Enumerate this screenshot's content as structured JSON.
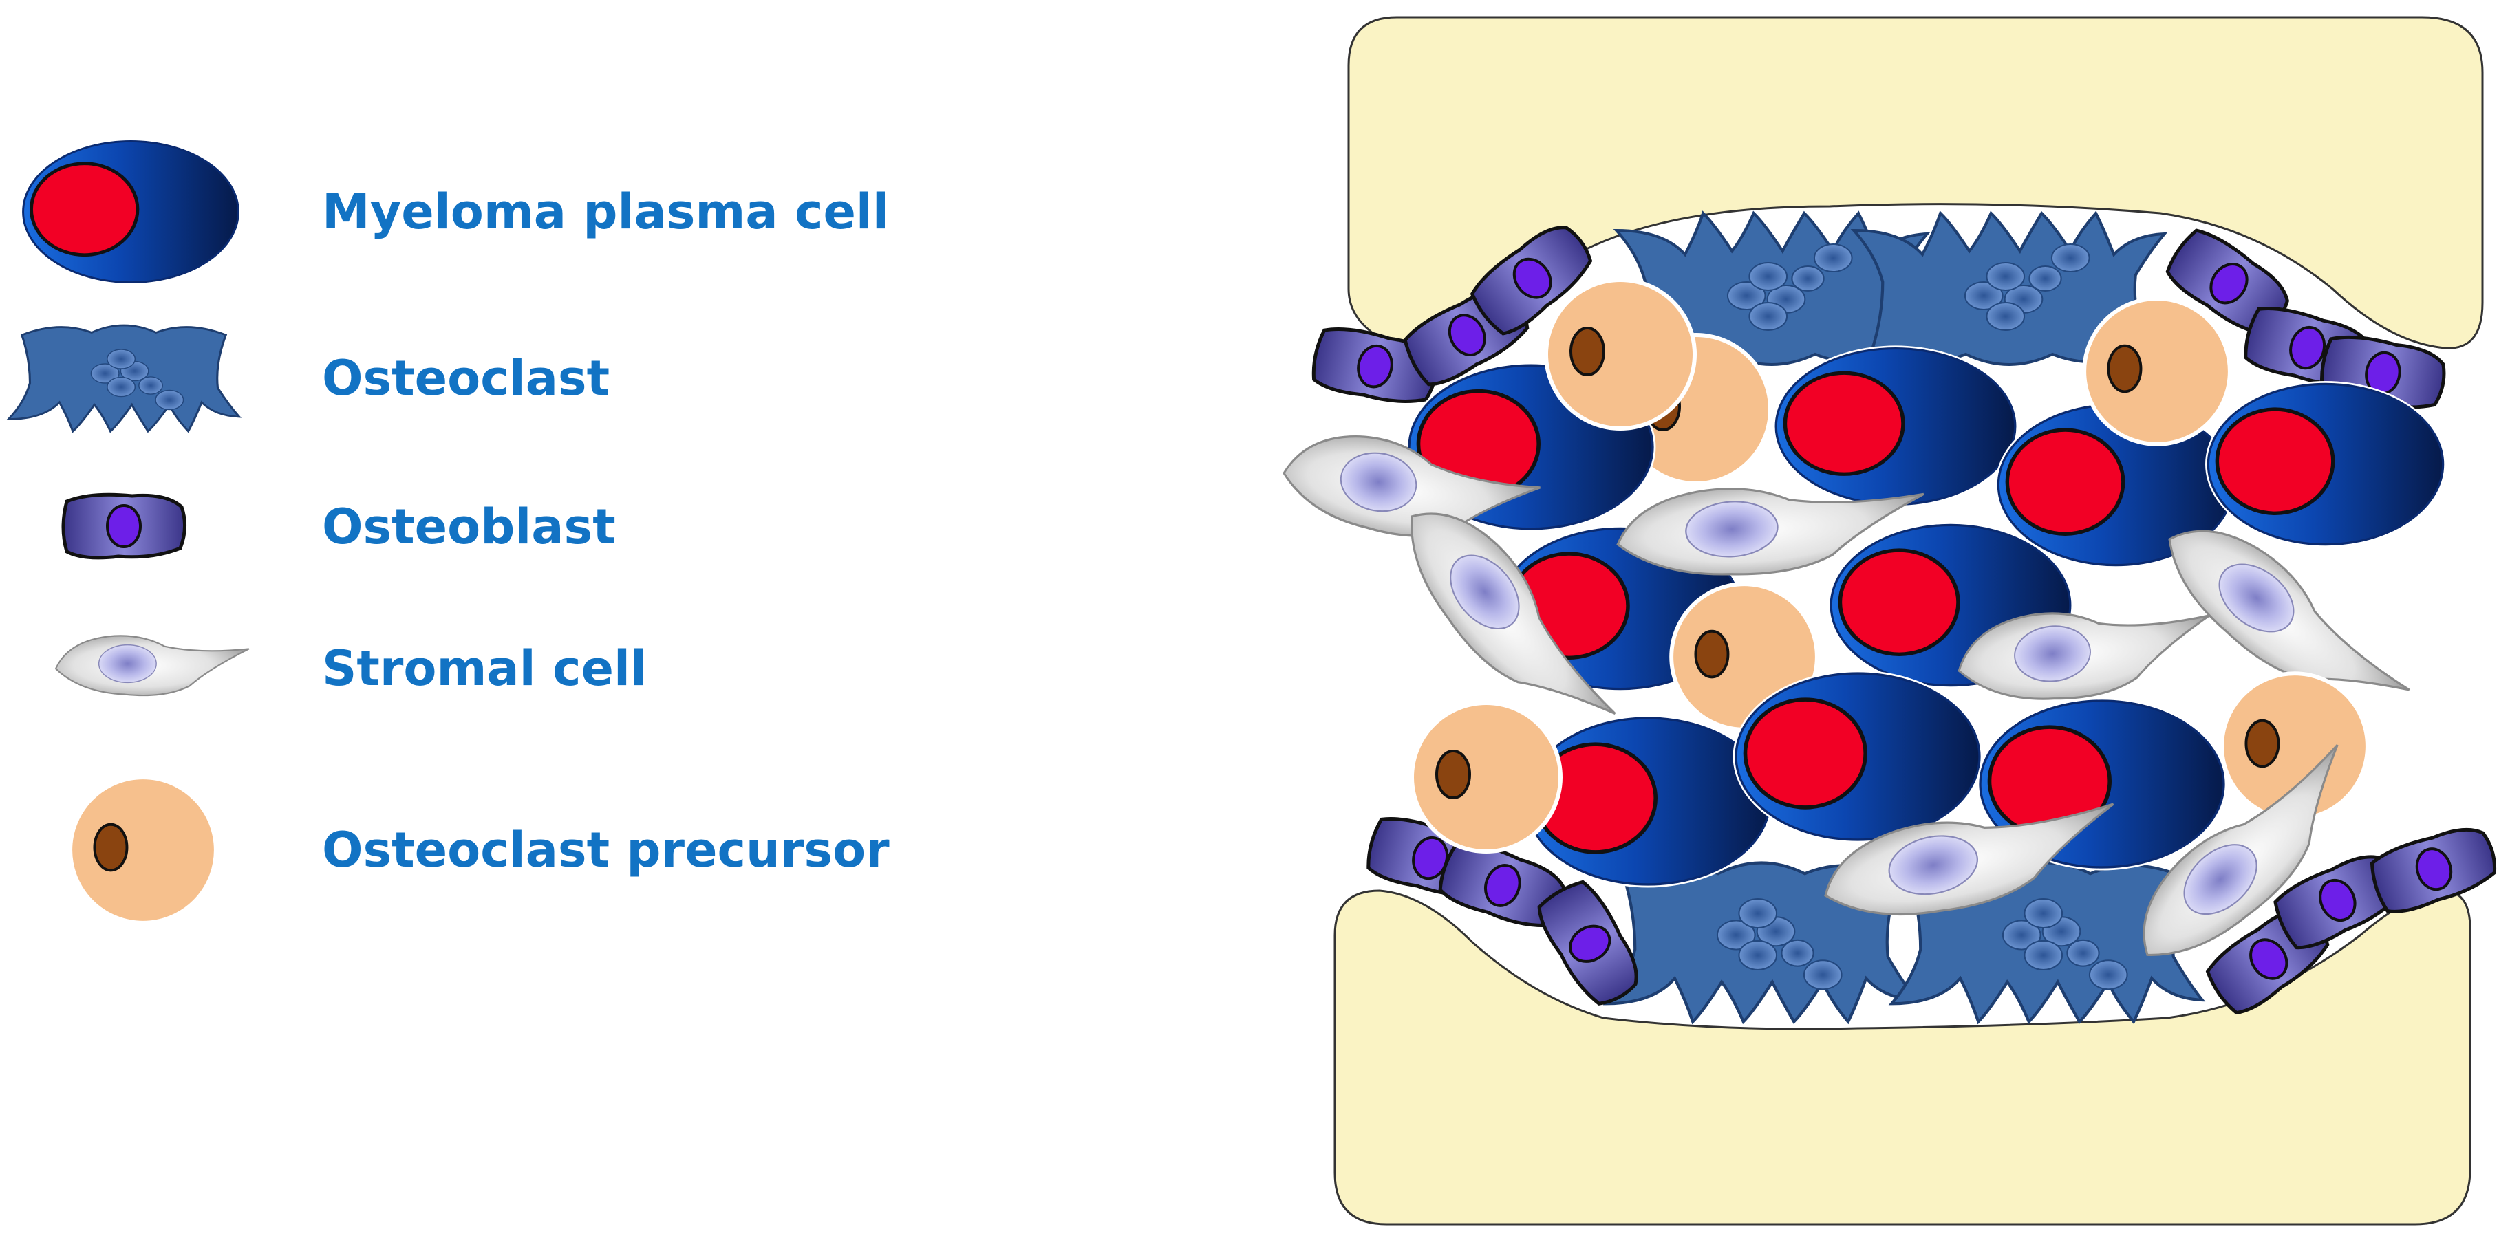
{
  "legend": {
    "items": [
      {
        "key": "myeloma",
        "label": "Myeloma plasma cell"
      },
      {
        "key": "osteoclast",
        "label": "Osteoclast"
      },
      {
        "key": "osteoblast",
        "label": "Osteoblast"
      },
      {
        "key": "stromal",
        "label": "Stromal cell"
      },
      {
        "key": "precursor",
        "label": "Osteoclast precursor"
      }
    ]
  },
  "colors": {
    "label_text": "#1273c4",
    "bone_fill": "#faf3c4",
    "bone_stroke": "#333333",
    "myeloma_outer_light": "#1a6de0",
    "myeloma_outer_dark": "#061a4a",
    "myeloma_nucleus": "#f20025",
    "osteoclast_fill": "#3b6aa8",
    "osteoclast_stroke": "#1e3e70",
    "osteoclast_nuclei": "#5580c0",
    "osteoblast_fill": "#7a74cc",
    "osteoblast_nucleus": "#6d1fe8",
    "stromal_light": "#ffffff",
    "stromal_dark": "#9a9a9a",
    "stromal_nucleus": "#b8b8ea",
    "precursor_fill": "#f6c08d",
    "precursor_nucleus": "#8a4410"
  }
}
